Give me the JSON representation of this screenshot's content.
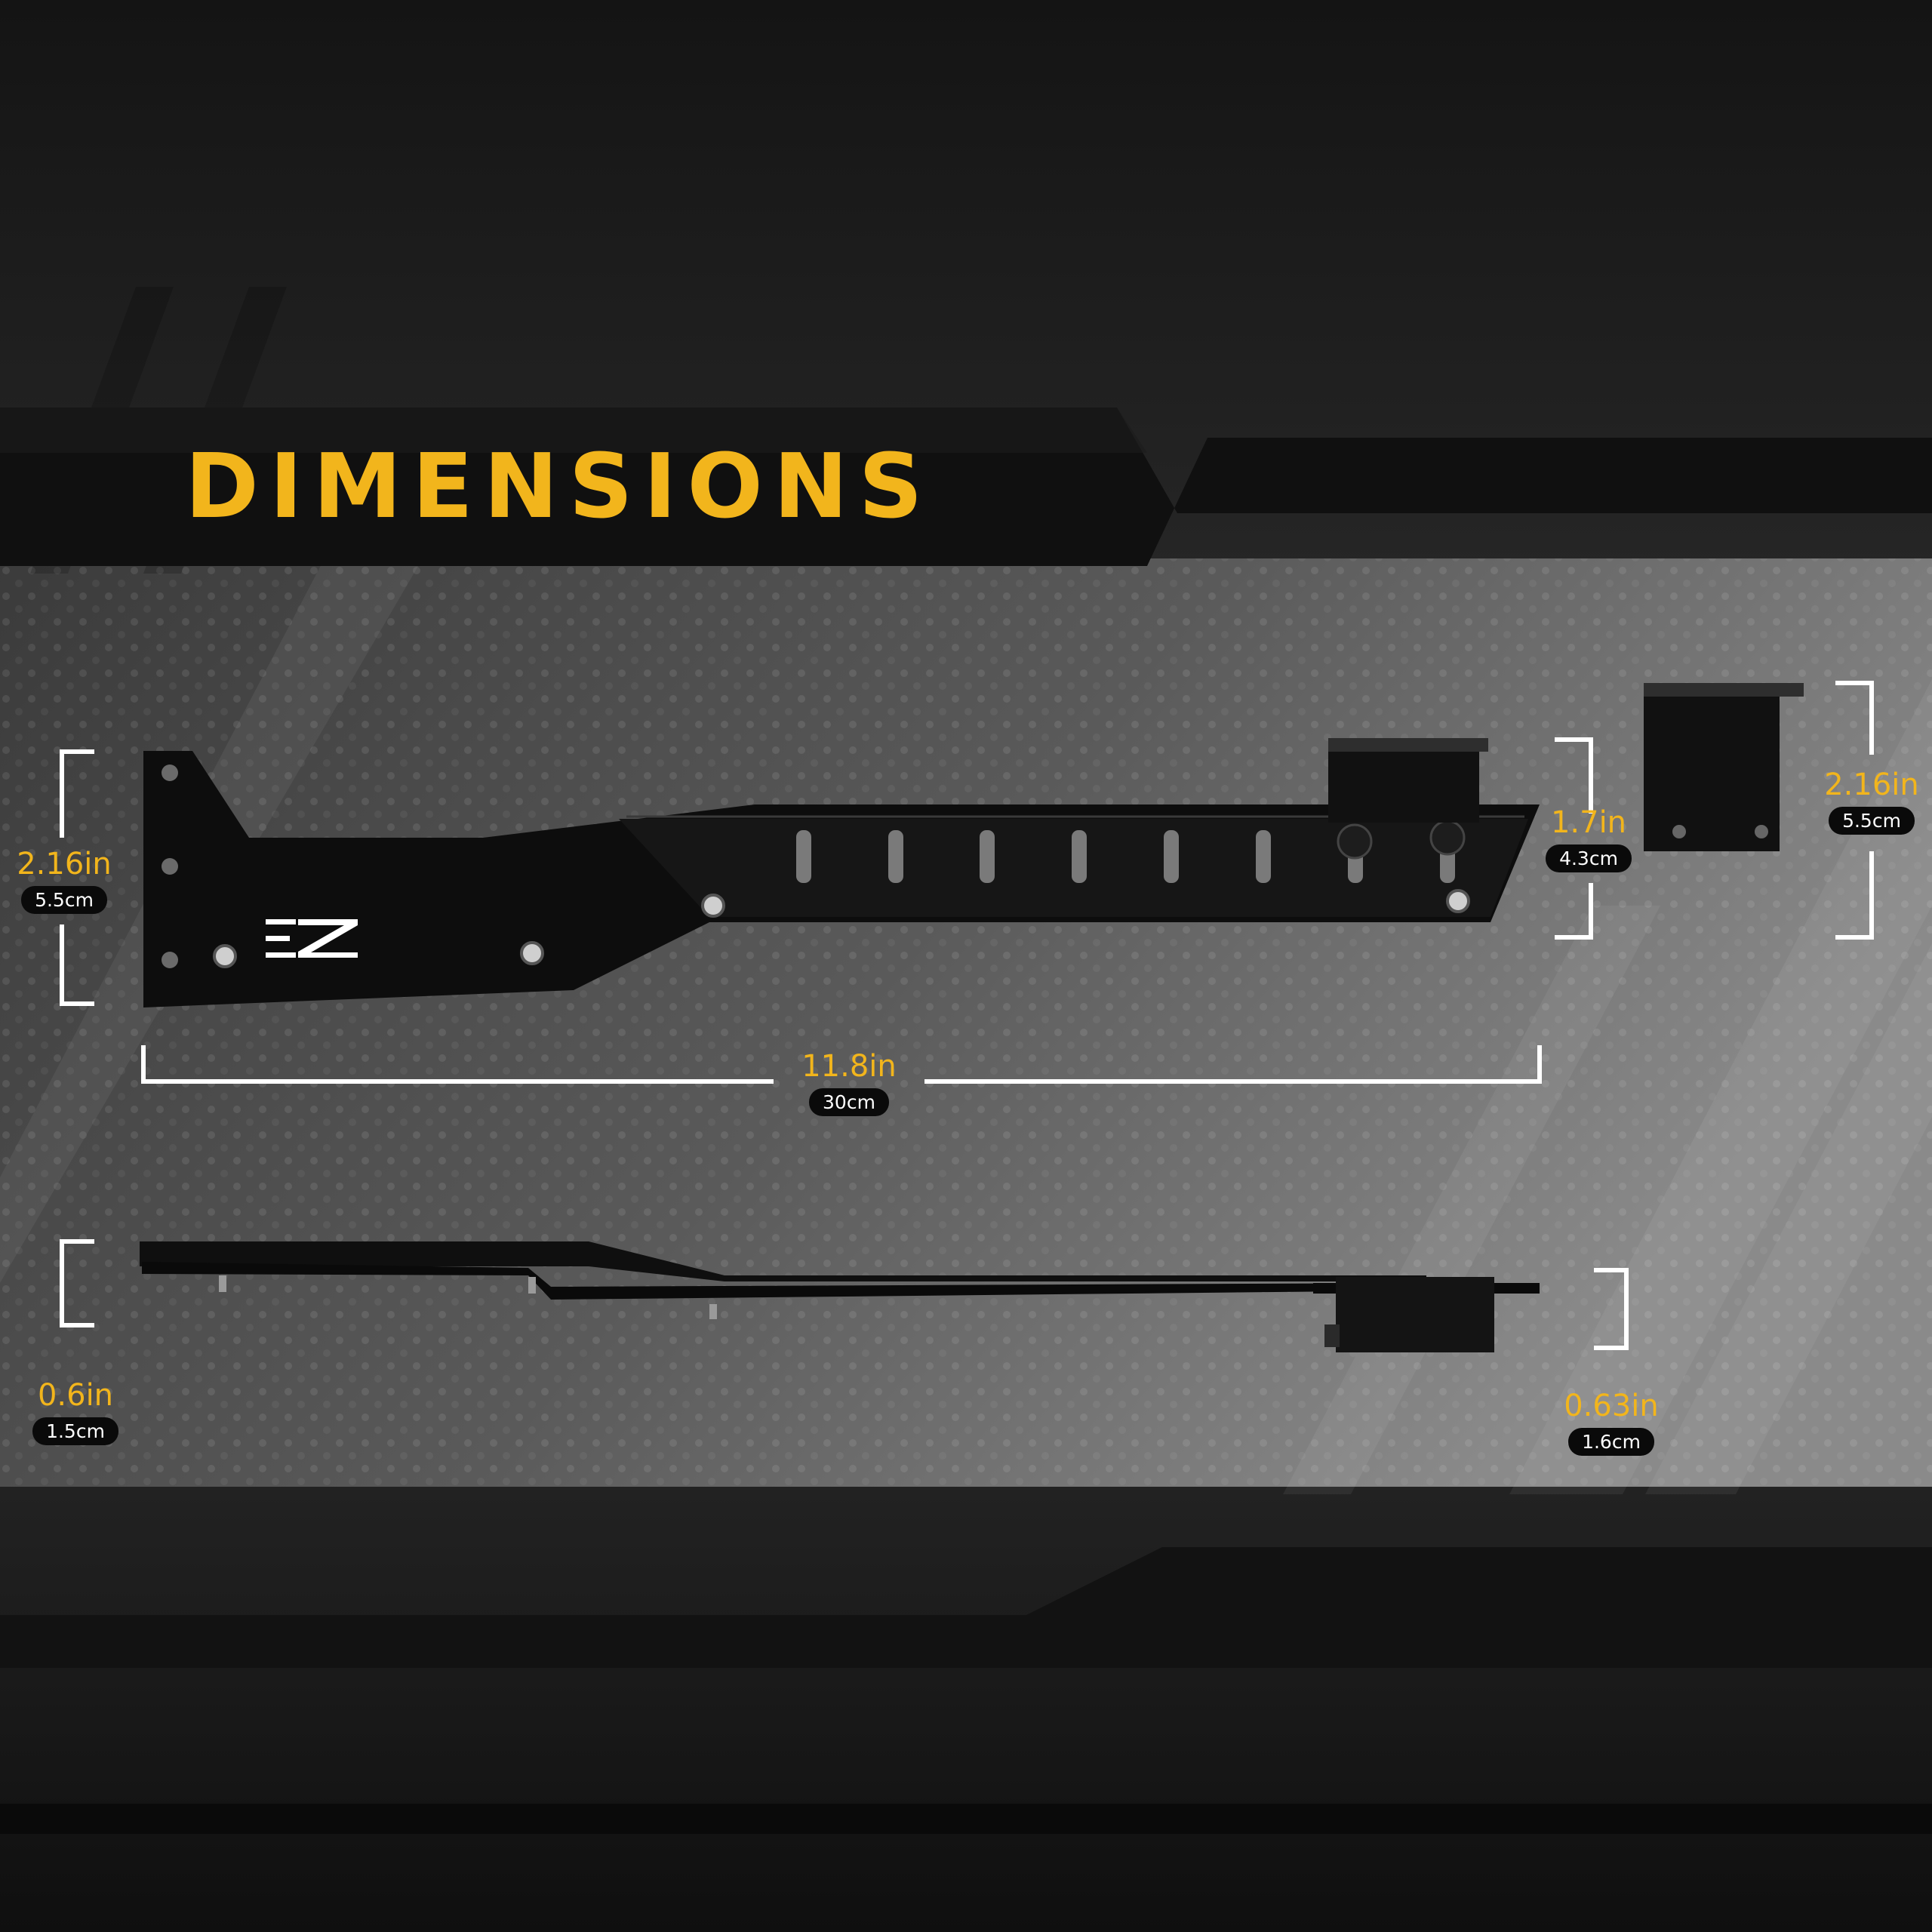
{
  "title": "DIMENSIONS",
  "logo": "EZ",
  "colors": {
    "accent": "#f2b51c",
    "metal": "#0d0d0d",
    "bracket_line": "#ffffff",
    "pill_bg": "#0a0a0a"
  },
  "dimensions": {
    "front_height": {
      "primary": "2.16in",
      "secondary": "5.5cm"
    },
    "support_block_height": {
      "primary": "1.7in",
      "secondary": "4.3cm"
    },
    "end_block_height": {
      "primary": "2.16in",
      "secondary": "5.5cm"
    },
    "length": {
      "primary": "11.8in",
      "secondary": "30cm"
    },
    "side_thickness_left": {
      "primary": "0.6in",
      "secondary": "1.5cm"
    },
    "side_thickness_right": {
      "primary": "0.63in",
      "secondary": "1.6cm"
    }
  }
}
